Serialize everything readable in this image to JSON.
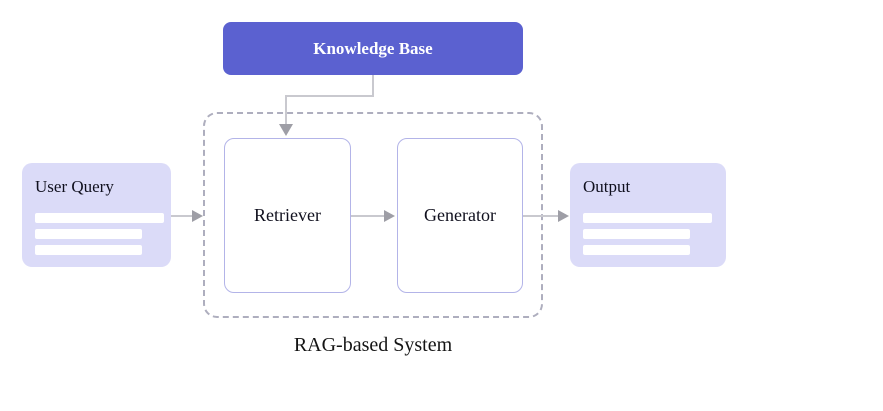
{
  "diagram": {
    "title": "RAG-based System",
    "nodes": {
      "knowledge_base": "Knowledge Base",
      "user_query": "User Query",
      "retriever": "Retriever",
      "generator": "Generator",
      "output": "Output"
    },
    "flow": [
      "User Query -> Retriever",
      "Knowledge Base -> Retriever",
      "Retriever -> Generator",
      "Generator -> Output"
    ],
    "colors": {
      "knowledge_base_fill": "#5B61D0",
      "knowledge_base_text": "#FFFFFF",
      "io_box_fill": "#DBDBF8",
      "process_box_border": "#B3B4E8",
      "dashed_container_border": "#AEAEBE",
      "connector_line": "#C9C9CF",
      "arrowhead": "#9E9EA6",
      "node_text": "#10101E",
      "background": "#FFFFFF"
    }
  }
}
